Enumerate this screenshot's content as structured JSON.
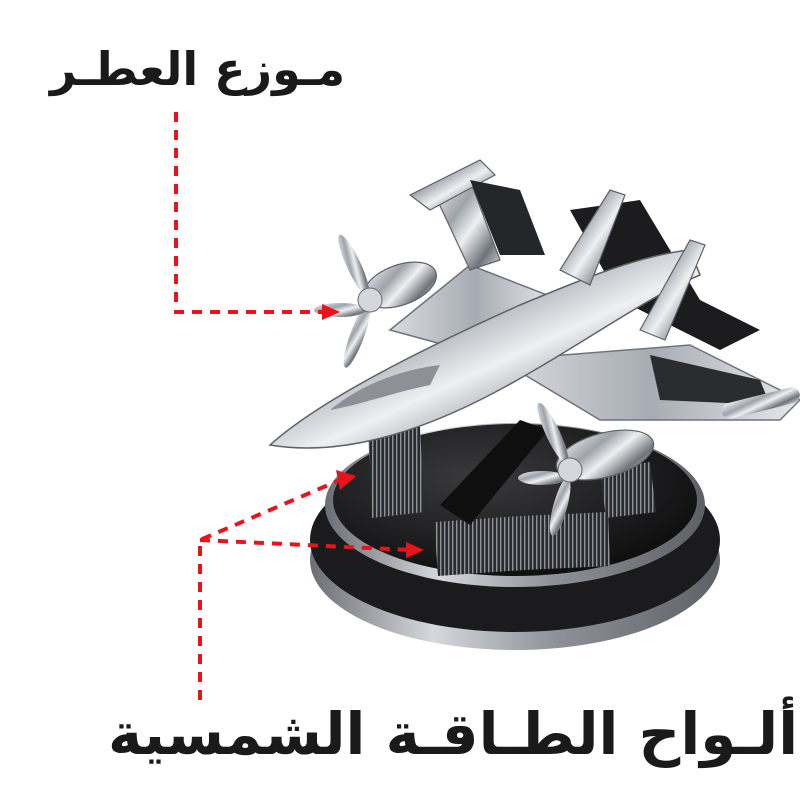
{
  "labels": {
    "diffuser": "مـوزع العطـر",
    "solar_panels": "ألـواح الطـاقـة الشمسية"
  },
  "colors": {
    "annotation": "#e8141b",
    "text": "#1a1a1a",
    "chrome": "#c9ccd1",
    "base_dark": "#151515",
    "base_ring": "#9a9ea4"
  },
  "icons": {
    "product": "fighter-jet-solar-car-air-freshener"
  }
}
